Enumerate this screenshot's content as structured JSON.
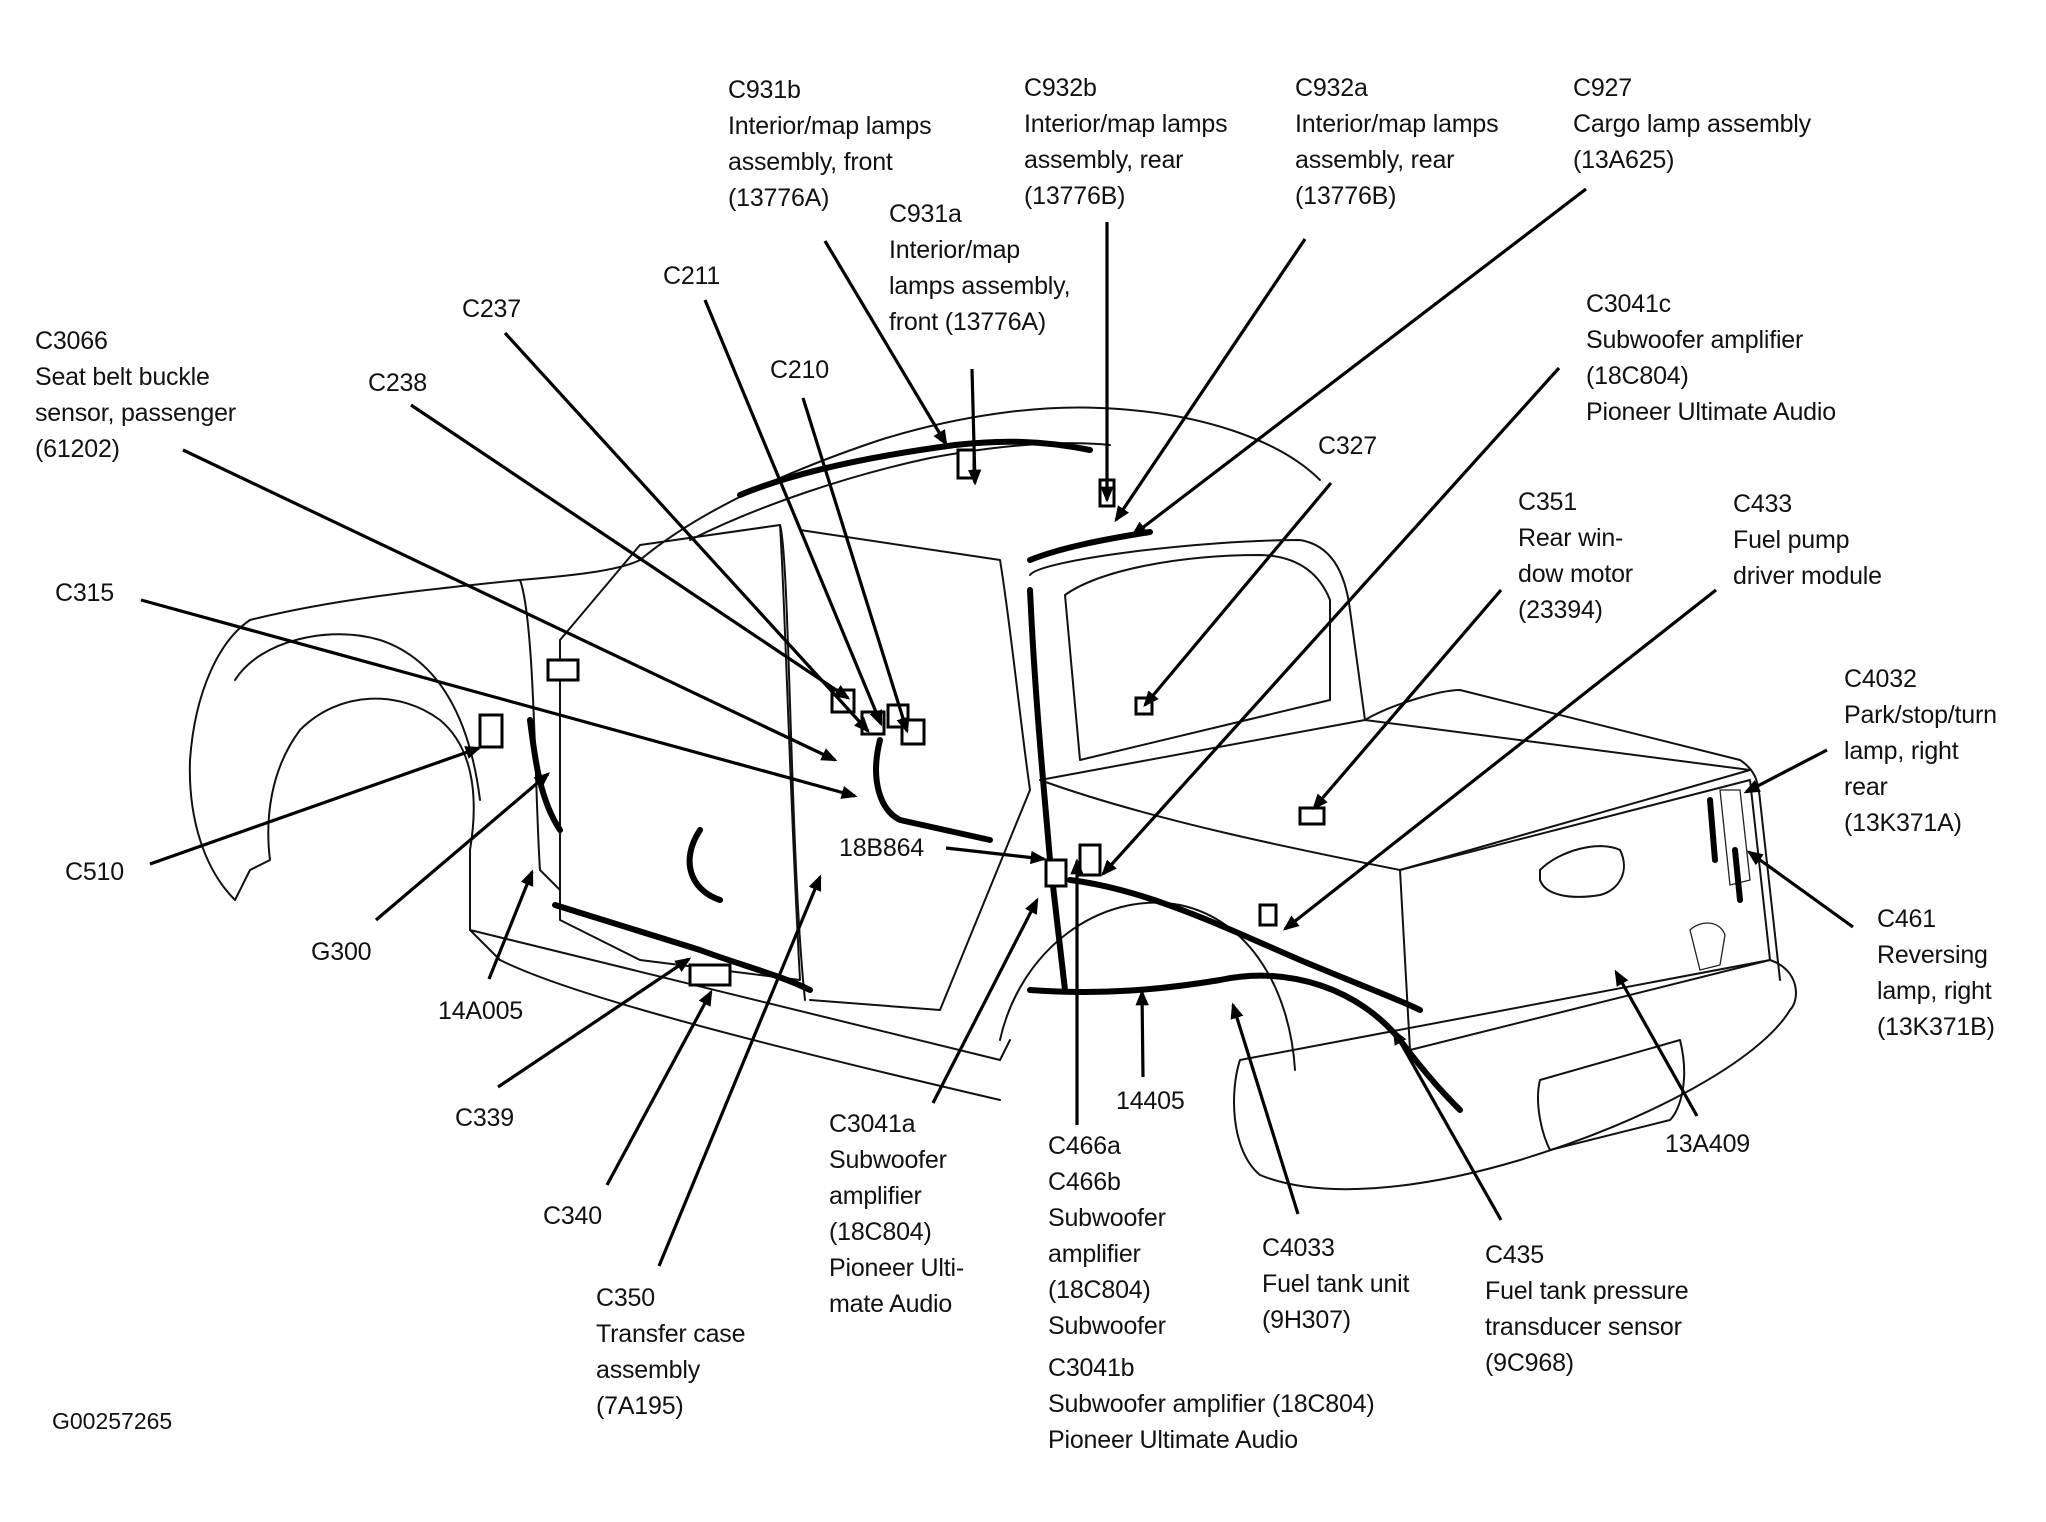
{
  "figure_id": "G00257265",
  "subject": "Vehicle wiring harness component locator (pickup truck, rear body)",
  "callouts": [
    {
      "id": "C931b",
      "code": "C931b",
      "lines": [
        "Interior/map lamps",
        "assembly, front",
        "(13776A)"
      ],
      "leader": "line"
    },
    {
      "id": "C931a",
      "code": "C931a",
      "lines": [
        "Interior/map",
        "lamps assembly,",
        "front (13776A)"
      ],
      "leader": "line"
    },
    {
      "id": "C932b",
      "code": "C932b",
      "lines": [
        "Interior/map lamps",
        "assembly, rear",
        "(13776B)"
      ],
      "leader": "line"
    },
    {
      "id": "C932a",
      "code": "C932a",
      "lines": [
        "Interior/map lamps",
        "assembly, rear",
        "(13776B)"
      ],
      "leader": "line"
    },
    {
      "id": "C927",
      "code": "C927",
      "lines": [
        "Cargo lamp assembly",
        "(13A625)"
      ],
      "leader": "line"
    },
    {
      "id": "C3041c",
      "code": "C3041c",
      "lines": [
        "Subwoofer amplifier",
        "(18C804)",
        "Pioneer Ultimate Audio"
      ],
      "leader": "line"
    },
    {
      "id": "C327",
      "code": "C327",
      "lines": [],
      "leader": "line"
    },
    {
      "id": "C351",
      "code": "C351",
      "lines": [
        "Rear win-",
        "dow motor",
        "(23394)"
      ],
      "leader": "line"
    },
    {
      "id": "C433",
      "code": "C433",
      "lines": [
        "Fuel pump",
        "driver module"
      ],
      "leader": "line"
    },
    {
      "id": "C4032",
      "code": "C4032",
      "lines": [
        "Park/stop/turn",
        "lamp, right",
        "rear",
        "(13K371A)"
      ],
      "leader": "arrow"
    },
    {
      "id": "C461",
      "code": "C461",
      "lines": [
        "Reversing",
        "lamp, right",
        "(13K371B)"
      ],
      "leader": "arrow"
    },
    {
      "id": "13A409",
      "code": "13A409",
      "lines": [],
      "leader": "arrow"
    },
    {
      "id": "C435",
      "code": "C435",
      "lines": [
        "Fuel tank pressure",
        "transducer sensor",
        "(9C968)"
      ],
      "leader": "line"
    },
    {
      "id": "C4033",
      "code": "C4033",
      "lines": [
        "Fuel tank unit",
        "(9H307)"
      ],
      "leader": "line"
    },
    {
      "id": "C3041b",
      "code": "C3041b",
      "lines": [
        "Subwoofer amplifier (18C804)",
        "Pioneer Ultimate Audio"
      ],
      "leader": "none"
    },
    {
      "id": "C466",
      "code": "C466a",
      "lines": [
        "C466b",
        "Subwoofer",
        "amplifier",
        "(18C804)",
        "Subwoofer"
      ],
      "leader": "line"
    },
    {
      "id": "14405",
      "code": "14405",
      "lines": [],
      "leader": "arrow"
    },
    {
      "id": "C3041a",
      "code": "C3041a",
      "lines": [
        "Subwoofer",
        "amplifier",
        "(18C804)",
        "Pioneer Ulti-",
        "mate Audio"
      ],
      "leader": "line"
    },
    {
      "id": "18B864",
      "code": "18B864",
      "lines": [],
      "leader": "arrow"
    },
    {
      "id": "C350",
      "code": "C350",
      "lines": [
        "Transfer case",
        "assembly",
        "(7A195)"
      ],
      "leader": "line"
    },
    {
      "id": "C340",
      "code": "C340",
      "lines": [],
      "leader": "arrow"
    },
    {
      "id": "C339",
      "code": "C339",
      "lines": [],
      "leader": "arrow"
    },
    {
      "id": "14A005",
      "code": "14A005",
      "lines": [],
      "leader": "arrow"
    },
    {
      "id": "G300",
      "code": "G300",
      "lines": [],
      "leader": "arrow"
    },
    {
      "id": "C510",
      "code": "C510",
      "lines": [],
      "leader": "arrow"
    },
    {
      "id": "C315",
      "code": "C315",
      "lines": [],
      "leader": "arrow"
    },
    {
      "id": "C3066",
      "code": "C3066",
      "lines": [
        "Seat belt buckle",
        "sensor, passenger",
        "(61202)"
      ],
      "leader": "arrow"
    },
    {
      "id": "C238",
      "code": "C238",
      "lines": [],
      "leader": "line"
    },
    {
      "id": "C237",
      "code": "C237",
      "lines": [],
      "leader": "line"
    },
    {
      "id": "C211",
      "code": "C211",
      "lines": [],
      "leader": "line"
    },
    {
      "id": "C210",
      "code": "C210",
      "lines": [],
      "leader": "line"
    }
  ]
}
